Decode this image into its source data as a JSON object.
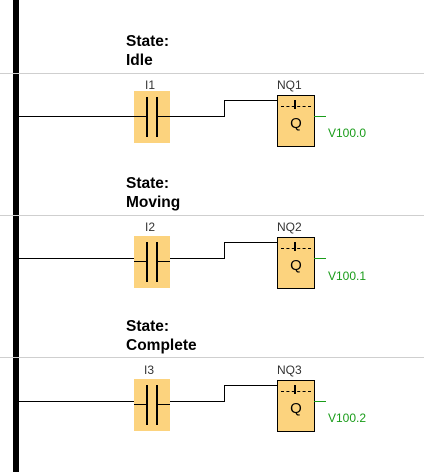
{
  "rungs": [
    {
      "state_label": "State:",
      "state_name": "Idle",
      "contact_label": "I1",
      "coil_label": "NQ1",
      "coil_symbol": "Q",
      "output_address": "V100.0"
    },
    {
      "state_label": "State:",
      "state_name": "Moving",
      "contact_label": "I2",
      "coil_label": "NQ2",
      "coil_symbol": "Q",
      "output_address": "V100.1"
    },
    {
      "state_label": "State:",
      "state_name": "Complete",
      "contact_label": "I3",
      "coil_label": "NQ3",
      "coil_symbol": "Q",
      "output_address": "V100.2"
    }
  ],
  "colors": {
    "rail": "#000000",
    "element_fill": "#fcd37e",
    "output_wire": "#1a9c1a",
    "divider": "#cfcfcf"
  }
}
